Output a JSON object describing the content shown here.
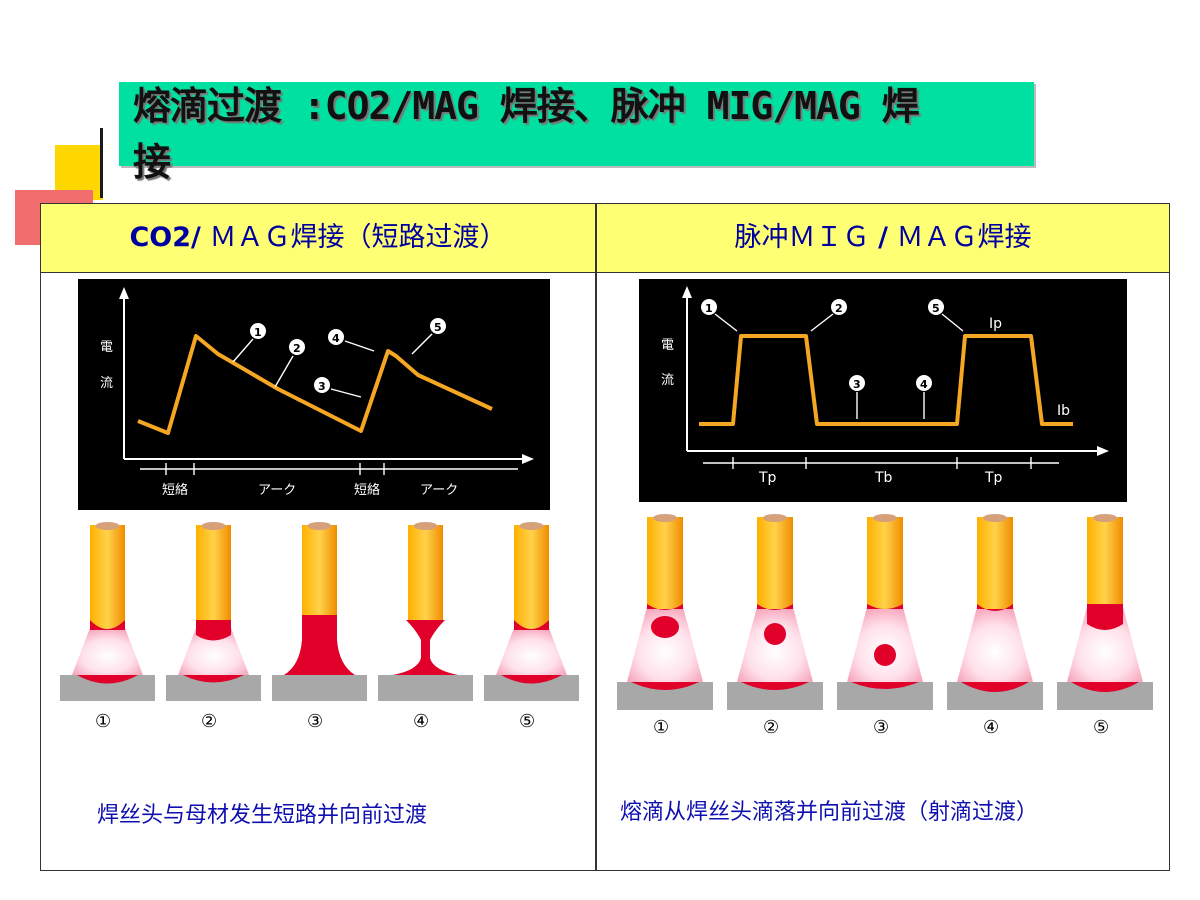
{
  "slide": {
    "title": "熔滴过渡：CO2/MAG焊接、脉冲MIG/MAG焊接",
    "title_line1": "熔滴过渡 :CO2/MAG 焊接、脉冲 MIG/MAG 焊",
    "title_line2": "接"
  },
  "left": {
    "header_prefix": "CO2/",
    "header_rest": " ＭＡＧ焊接（短路过渡）",
    "chart": {
      "y_label": [
        "電",
        "流"
      ],
      "x_labels": [
        "短絡",
        "アーク",
        "短絡",
        "アーク"
      ],
      "markers": [
        "1",
        "2",
        "3",
        "4",
        "5"
      ]
    },
    "stage_labels": [
      "①",
      "②",
      "③",
      "④",
      "⑤"
    ],
    "caption": "焊丝头与母材发生短路并向前过渡"
  },
  "right": {
    "header_part1": "脉冲ＭＩＧ ",
    "header_sep": "/",
    "header_part2": " ＭＡＧ焊接",
    "chart": {
      "y_label": [
        "電",
        "流"
      ],
      "x_labels": [
        "Tp",
        "Tb",
        "Tp"
      ],
      "level_labels": [
        "Ip",
        "Ib"
      ],
      "markers": [
        "1",
        "2",
        "3",
        "4",
        "5"
      ]
    },
    "stage_labels": [
      "①",
      "②",
      "③",
      "④",
      "⑤"
    ],
    "caption": "熔滴从焊丝头滴落并向前过渡（射滴过渡）"
  },
  "colors": {
    "title_bg": "#00e0a0",
    "header_bg": "#ffff73",
    "waveform": "#f5a623",
    "chart_bg": "#000000",
    "droplet": "#e0002a",
    "base_plate": "#a8a8a8"
  }
}
